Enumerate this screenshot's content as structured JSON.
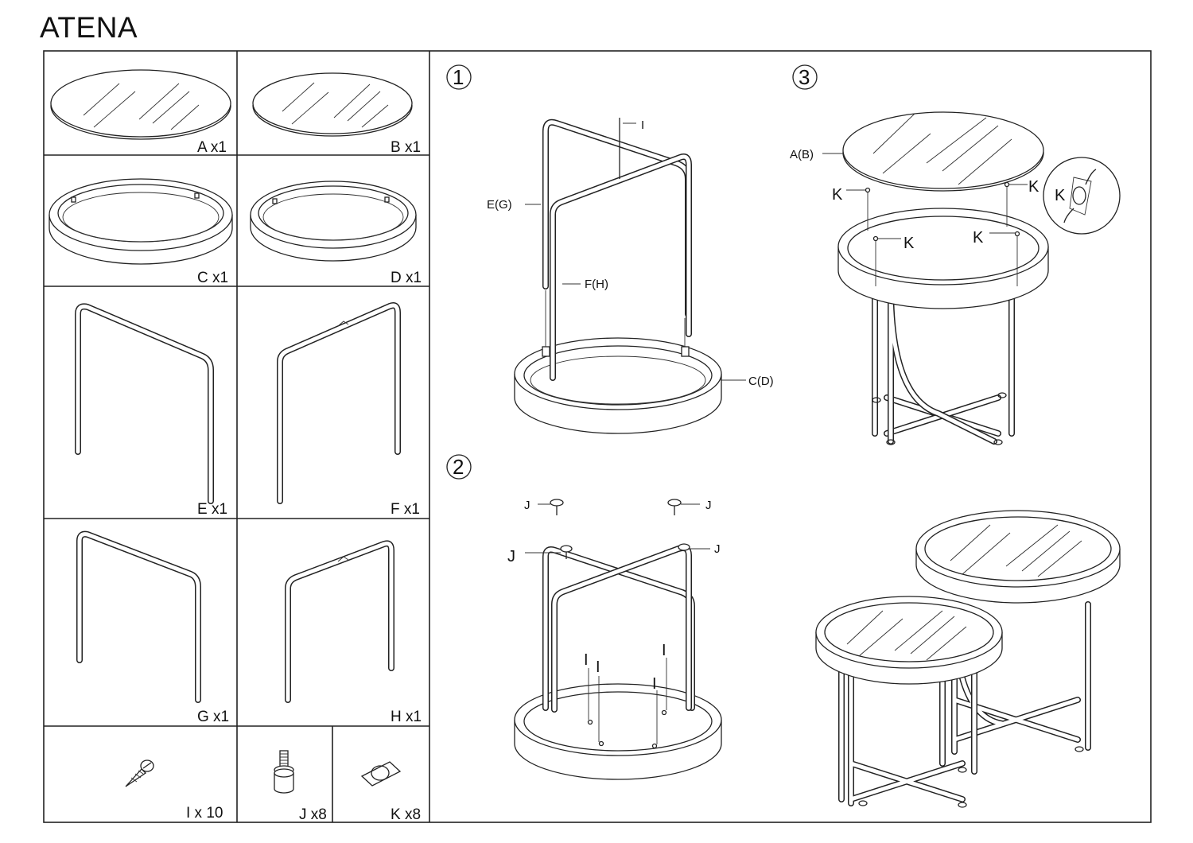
{
  "title": "ATENA",
  "parts": {
    "A": "A x1",
    "B": "B x1",
    "C": "C x1",
    "D": "D x1",
    "E": "E x1",
    "F": "F x1",
    "G": "G x1",
    "H": "H x1",
    "I": "I x 10",
    "J": "J x8",
    "K": "K x8"
  },
  "steps": {
    "step1": {
      "number": "1",
      "labels": {
        "screw": "I",
        "frame_outer": "E(G)",
        "frame_inner": "F(H)",
        "ring": "C(D)"
      }
    },
    "step2": {
      "number": "2",
      "labels": {
        "j1": "J",
        "j2": "J",
        "j3": "J",
        "j4": "J",
        "i1": "I",
        "i2": "I",
        "i3": "I",
        "i4": "I"
      }
    },
    "step3": {
      "number": "3",
      "labels": {
        "top": "A(B)",
        "k1": "K",
        "k2": "K",
        "k3": "K",
        "k4": "K",
        "detail_k": "K"
      }
    }
  }
}
